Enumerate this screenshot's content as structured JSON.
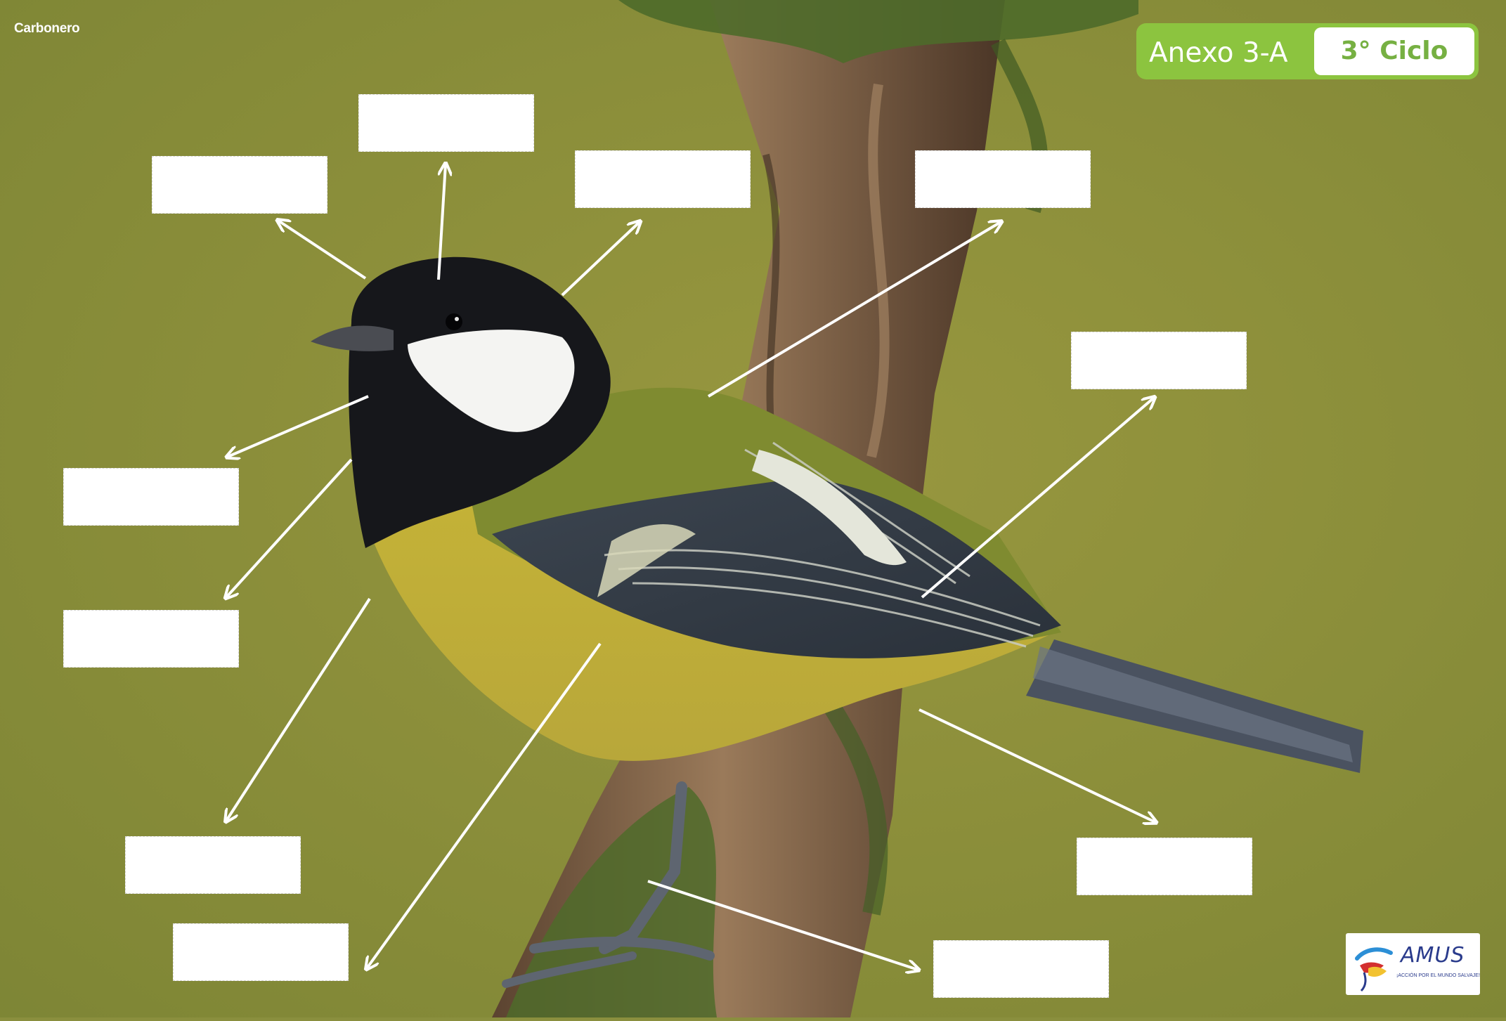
{
  "caption": "Carbonero",
  "badge": {
    "left_label": "Anexo 3-A",
    "right_label": "3° Ciclo",
    "accent_color": "#8cc43f"
  },
  "label_boxes": [
    "",
    "",
    "",
    "",
    "",
    "",
    "",
    "",
    "",
    "",
    "",
    "",
    ""
  ],
  "logo": {
    "name": "AMUS",
    "subtitle": "¡ACCIÓN POR EL MUNDO SALVAJE!"
  },
  "icons": [
    "arrow-icon",
    "amus-bird-logo-icon"
  ],
  "colors": {
    "background": "#8a8f3e",
    "bird_yellow": "#c2b032",
    "bird_green": "#7e8a2e",
    "bird_black": "#15161a",
    "arrows": "#ffffff"
  }
}
